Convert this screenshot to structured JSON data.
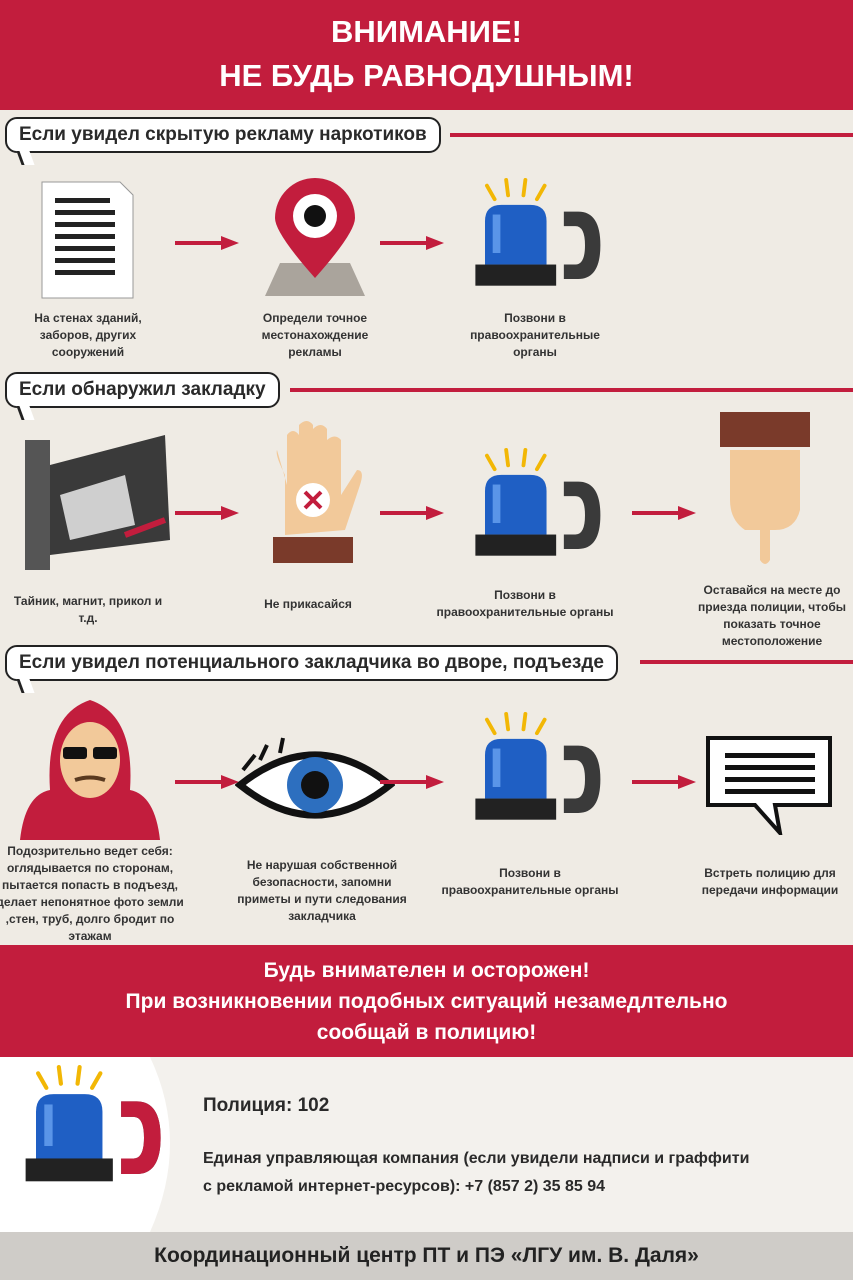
{
  "header": {
    "line1": "ВНИМАНИЕ!",
    "line2": "НЕ БУДЬ РАВНОДУШНЫМ!"
  },
  "sections": [
    {
      "title": "Если увидел скрытую рекламу наркотиков",
      "steps": [
        "На стенах зданий, заборов, других сооружений",
        "Определи точное местонахождение рекламы",
        "Позвони в правоохранительные органы"
      ]
    },
    {
      "title": "Если обнаружил закладку",
      "steps": [
        "Тайник, магнит, прикол и т.д.",
        "Не прикасайся",
        "Позвони в правоохранительные органы",
        "Оставайся на месте до приезда полиции, чтобы показать точное местоположение"
      ]
    },
    {
      "title": "Если увидел потенциального закладчика во дворе, подъезде",
      "steps": [
        "Подозрительно ведет себя: оглядывается по сторонам, пытается попасть в подъезд, делает непонятное фото земли ,стен, труб, долго бродит по этажам",
        "Не нарушая собственной безопасности, запомни приметы и пути следования закладчика",
        "Позвони в правоохранительные органы",
        "Встреть полицию для передачи информации"
      ]
    }
  ],
  "warning": {
    "line1": "Будь внимателен и осторожен!",
    "line2": "При возникновении подобных ситуаций незамедлтельно",
    "line3": "сообщай в полицию!"
  },
  "contacts": {
    "police": "Полиция: 102",
    "company": "Единая управляющая компания (если увидели надписи и граффити",
    "company2": "с рекламой интернет-ресурсов): +7 (857 2) 35 85 94"
  },
  "footer": "Координационный центр ПТ и ПЭ «ЛГУ им. В. Даля»",
  "colors": {
    "accent": "#c21d3d",
    "background": "#efebe4",
    "siren": "#1f5fc4"
  }
}
